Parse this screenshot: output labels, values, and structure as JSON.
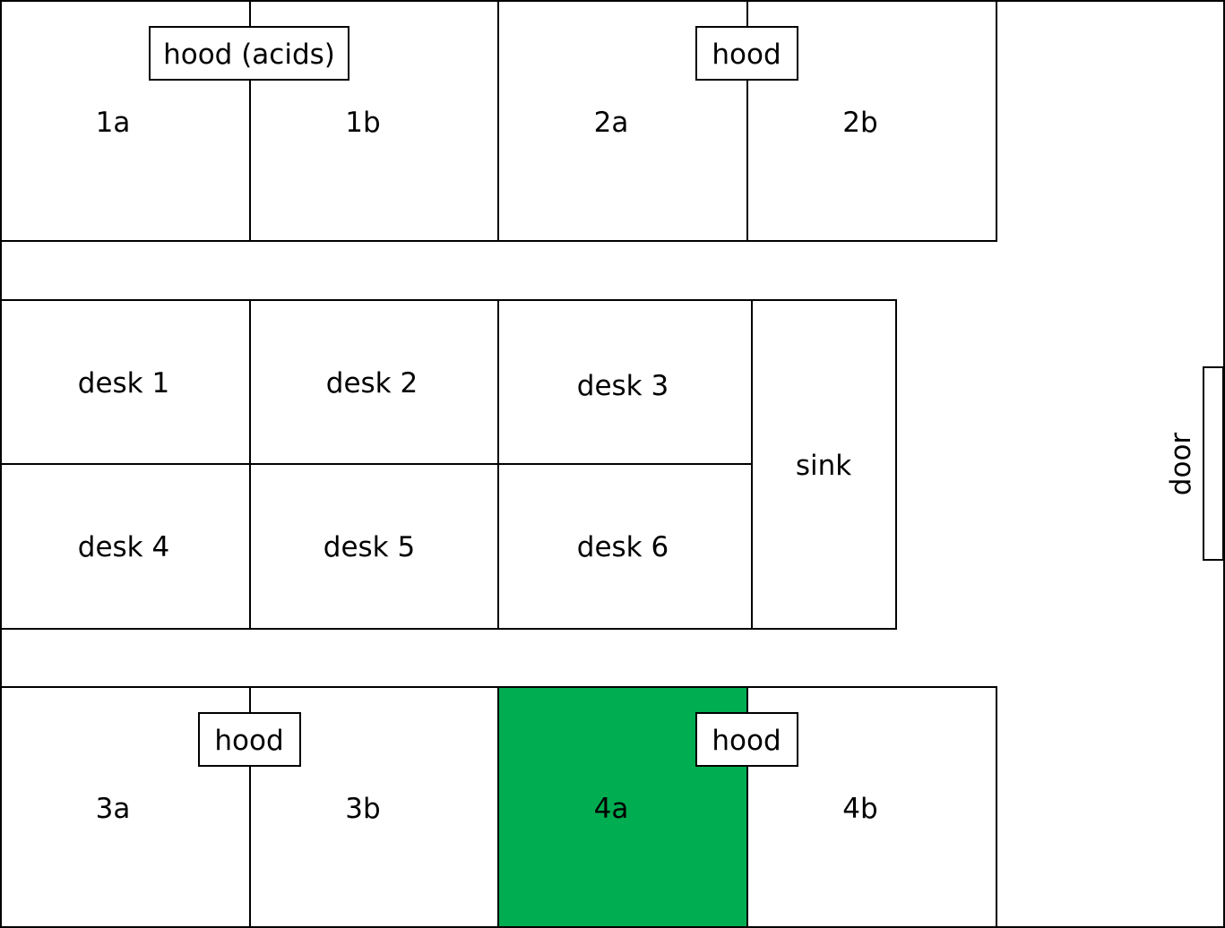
{
  "colors": {
    "line": "#000000",
    "background": "#ffffff",
    "highlight": "#00ad50"
  },
  "benches": {
    "b1a": "1a",
    "b1b": "1b",
    "b2a": "2a",
    "b2b": "2b",
    "b3a": "3a",
    "b3b": "3b",
    "b4a": "4a",
    "b4b": "4b"
  },
  "highlighted_bench": "4a",
  "hoods": {
    "top_left": "hood (acids)",
    "top_right": "hood",
    "bottom_left": "hood",
    "bottom_right": "hood"
  },
  "desks": {
    "d1": "desk 1",
    "d2": "desk 2",
    "d3": "desk 3",
    "d4": "desk 4",
    "d5": "desk 5",
    "d6": "desk 6"
  },
  "sink": "sink",
  "door": "door"
}
